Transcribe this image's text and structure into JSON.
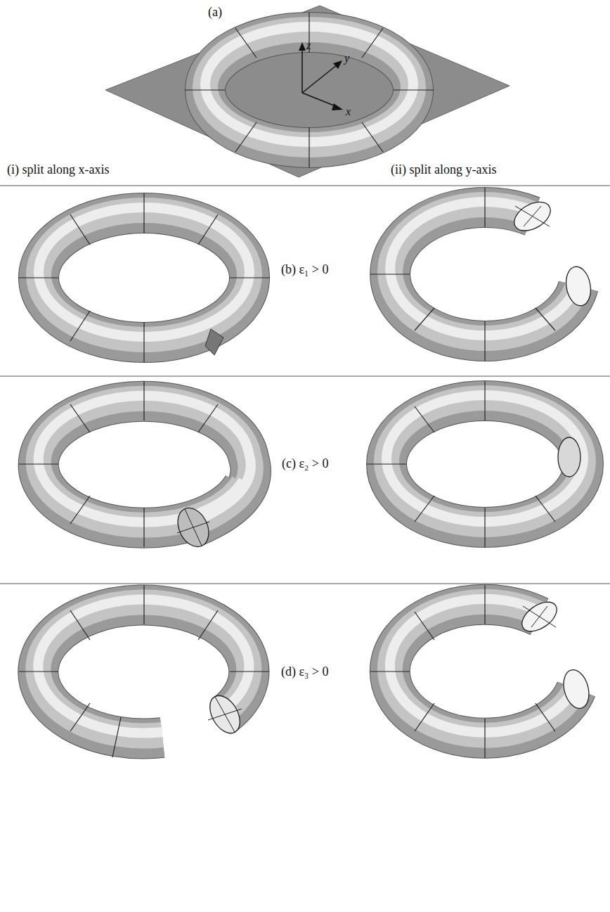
{
  "diagram": {
    "labels": [
      "(a)",
      "z",
      "y",
      "x",
      "(i) split along x-axis",
      "(ii) split along y-axis",
      "(b) ε₁ > 0",
      "(c) ε₂ > 0",
      "(d) ε₃ > 0"
    ]
  }
}
